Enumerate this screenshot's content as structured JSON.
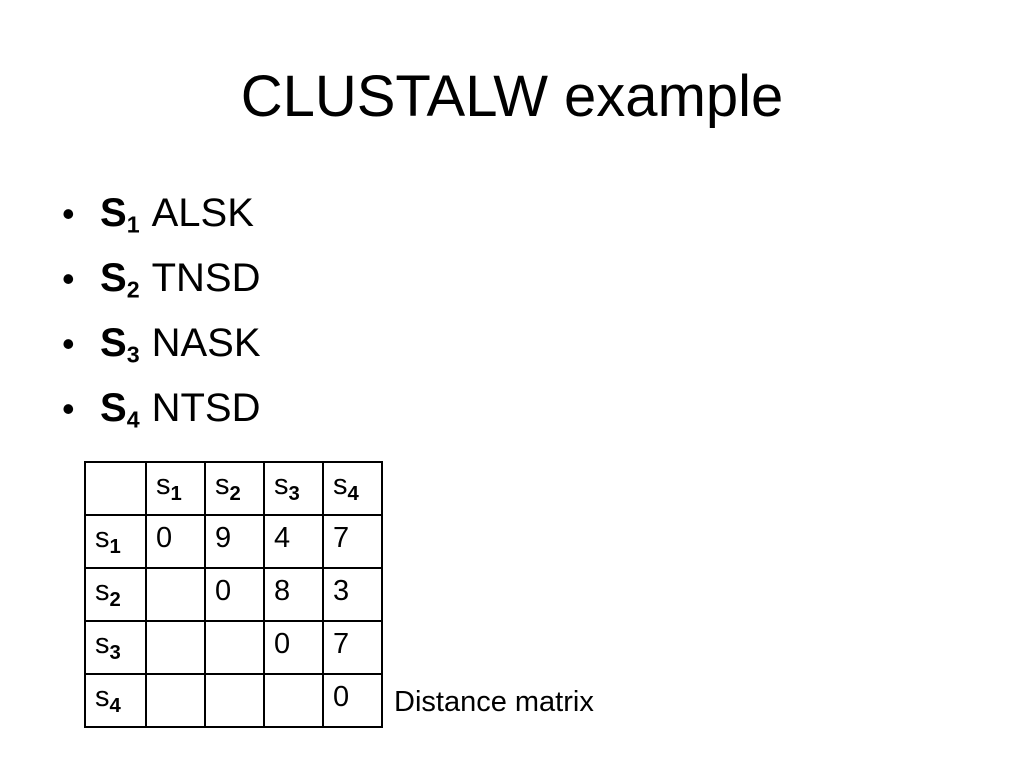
{
  "slide": {
    "title": "CLUSTALW example",
    "bullet_glyph": "•",
    "sequences": [
      {
        "label": "S",
        "index": "1",
        "seq": "ALSK"
      },
      {
        "label": "S",
        "index": "2",
        "seq": "TNSD"
      },
      {
        "label": "S",
        "index": "3",
        "seq": "NASK"
      },
      {
        "label": "S",
        "index": "4",
        "seq": "NTSD"
      }
    ],
    "matrix": {
      "corner": "",
      "col_headers": [
        {
          "label": "s",
          "index": "1"
        },
        {
          "label": "s",
          "index": "2"
        },
        {
          "label": "s",
          "index": "3"
        },
        {
          "label": "s",
          "index": "4"
        }
      ],
      "rows": [
        {
          "label": "s",
          "index": "1",
          "cells": [
            "0",
            "9",
            "4",
            "7"
          ]
        },
        {
          "label": "s",
          "index": "2",
          "cells": [
            "",
            "0",
            "8",
            "3"
          ]
        },
        {
          "label": "s",
          "index": "3",
          "cells": [
            "",
            "",
            "0",
            "7"
          ]
        },
        {
          "label": "s",
          "index": "4",
          "cells": [
            "",
            "",
            "",
            "0"
          ]
        }
      ]
    },
    "caption": "Distance matrix"
  }
}
